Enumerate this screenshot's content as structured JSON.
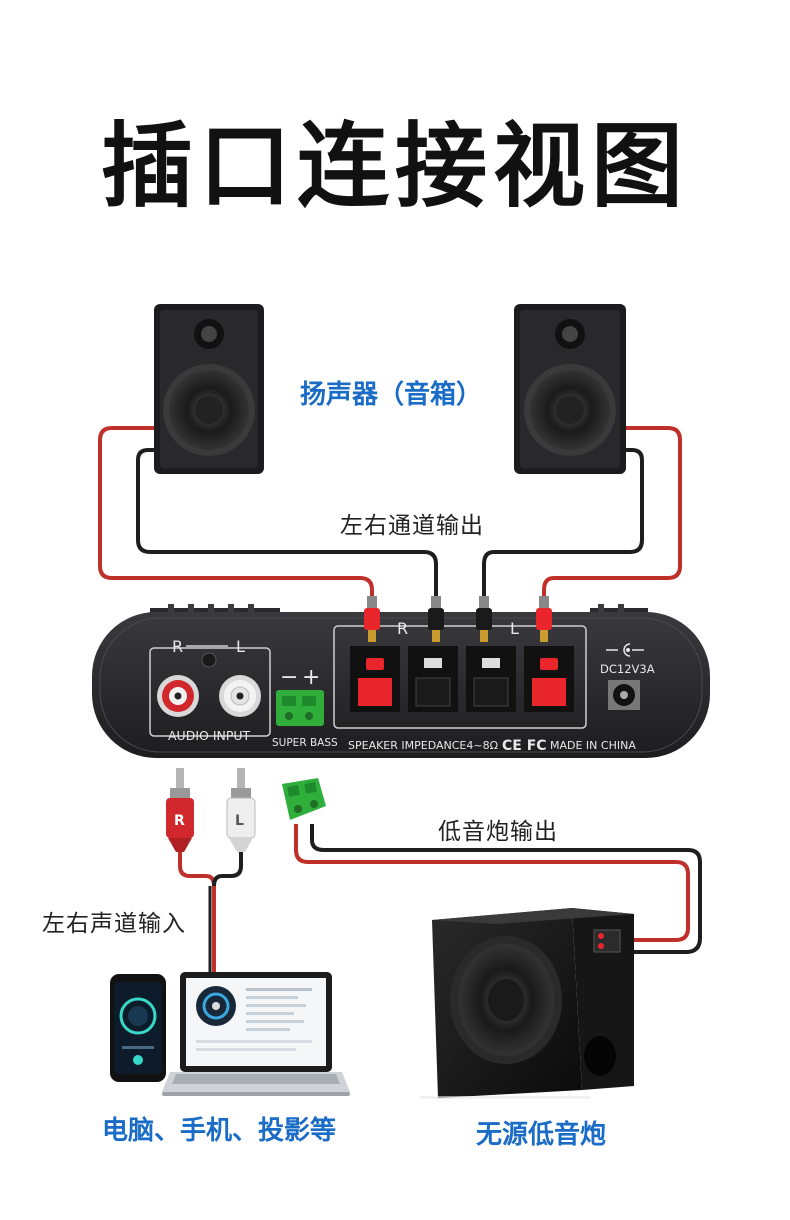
{
  "title": "插口连接视图",
  "labels": {
    "speakers": "扬声器（音箱）",
    "lr_output": "左右通道输出",
    "sub_output": "低音炮输出",
    "lr_input": "左右声道输入",
    "sources": "电脑、手机、投影等",
    "passive_sub": "无源低音炮"
  },
  "amp": {
    "audio_input_label": "AUDIO INPUT",
    "rca_r": "R",
    "rca_l": "L",
    "minus": "−",
    "plus": "+",
    "super_bass": "SUPER BASS",
    "speaker_r": "R",
    "speaker_l": "L",
    "impedance": "SPEAKER IMPEDANCE4~8Ω",
    "ce_fc": "CE FC",
    "made_in": "MADE IN CHINA",
    "dc": "DC12V3A"
  },
  "cables": {
    "plug_r": "R",
    "plug_l": "L"
  },
  "colors": {
    "title": "#111111",
    "label_blue": "#1a6cc6",
    "wire_red": "#c0302a",
    "wire_black": "#1e1e1e",
    "terminal_red": "#e8262b",
    "terminal_green": "#2fae3c",
    "amp_body": "#2b2b2e"
  }
}
